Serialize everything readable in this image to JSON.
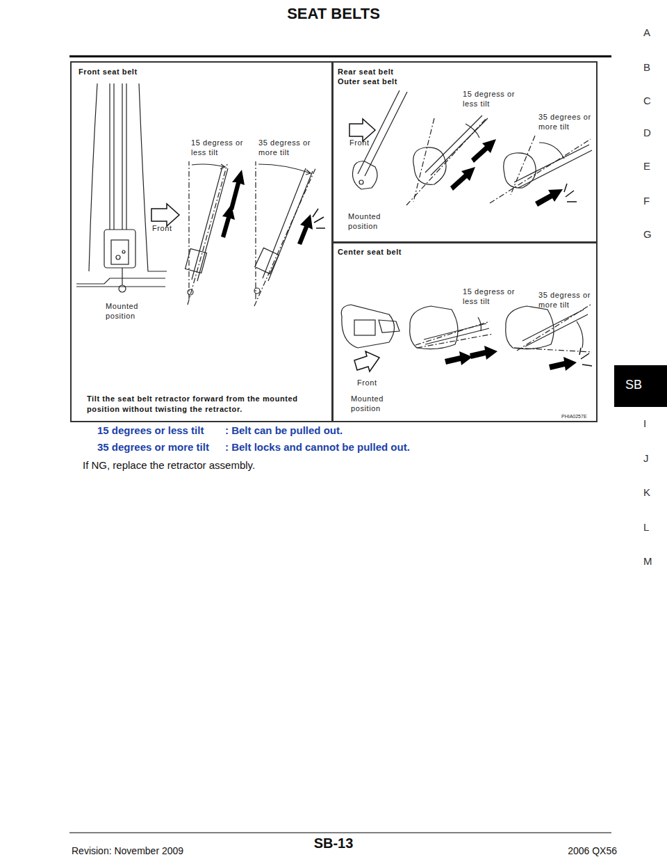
{
  "diagram": {
    "title": "SEAT BELTS",
    "nodes": [
      {
        "text": [
          "Front seat belt",
          "Tilt the seat belt retractor forward from the mounted position without twisting the retractor."
        ]
      },
      {
        "text": [
          "Rear seat belt",
          "Outer seat belt"
        ]
      },
      {
        "text": [
          "Center seat belt"
        ]
      },
      {
        "text": [
          "SB"
        ]
      }
    ],
    "labels": [
      "A",
      "B",
      "C",
      "D",
      "E",
      "F",
      "G",
      "I",
      "J",
      "K",
      "L",
      "M",
      "Front",
      "Mounted position",
      "15 degress or less tilt",
      "35 degress or more tilt",
      "Front",
      "Mounted position",
      "15 degress or less tilt",
      "35 degrees or more tilt",
      "Front",
      "Mounted position",
      "15 degress or less tilt",
      "35 degress or more tilt",
      "PHIA0257E",
      "15 degrees or less tilt",
      ": Belt can be pulled out.",
      "35 degrees or more tilt",
      ": Belt locks and cannot be pulled out.",
      "If NG, replace the retractor assembly.",
      "SB-13",
      "Revision: November 2009",
      "2006 QX56"
    ]
  }
}
